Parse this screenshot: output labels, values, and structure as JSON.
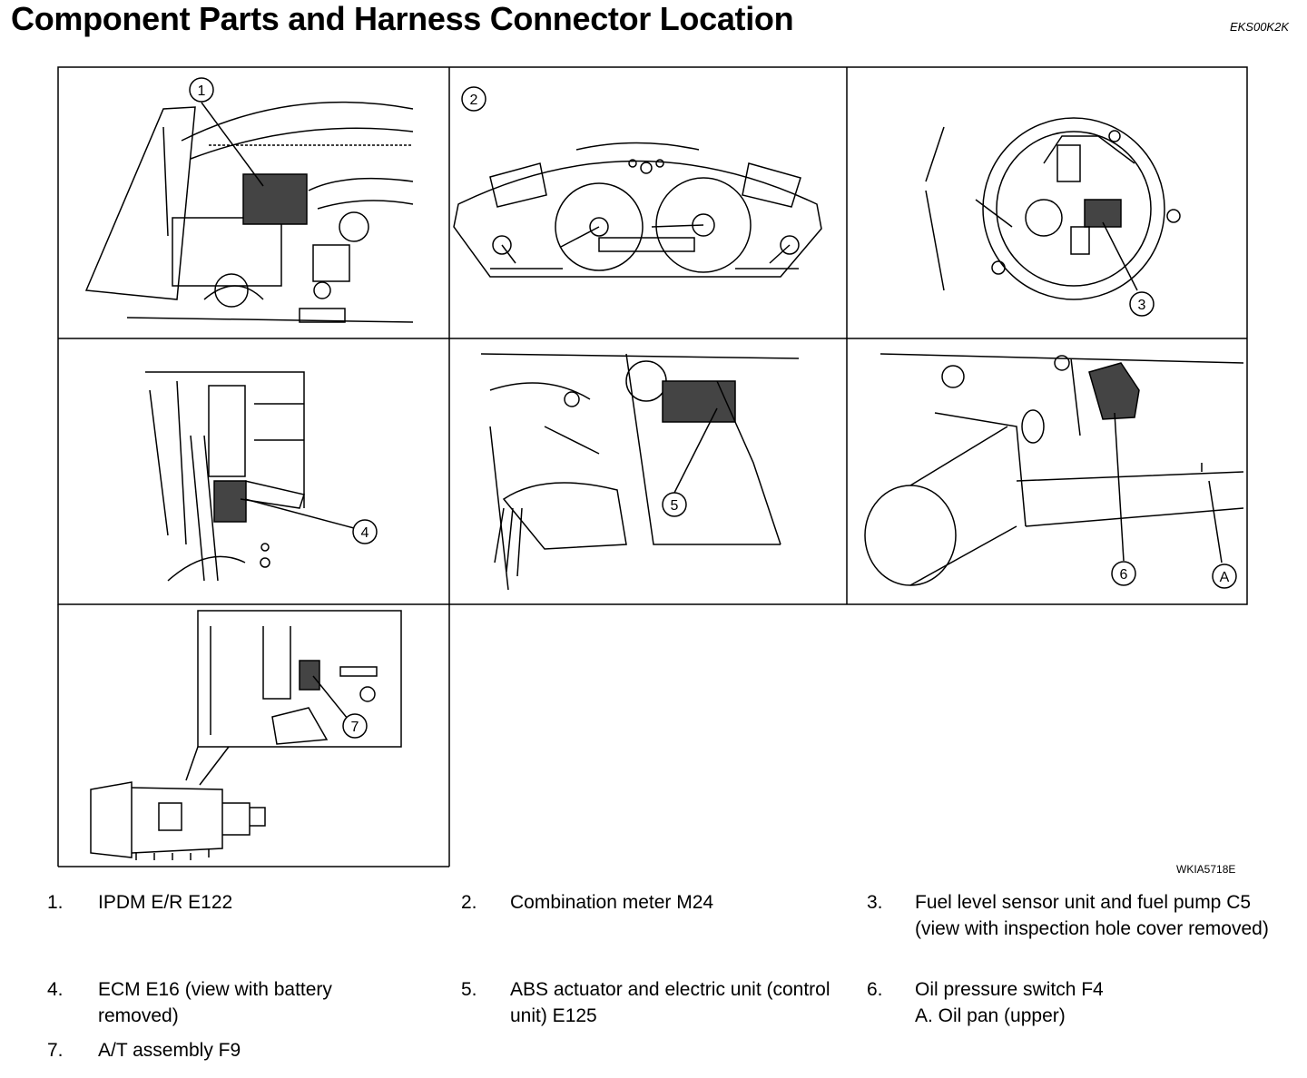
{
  "title": "Component Parts and Harness Connector Location",
  "doc_code": "EKS00K2K",
  "figure_code": "WKIA5718E",
  "callouts": [
    "1",
    "2",
    "3",
    "4",
    "5",
    "6",
    "7",
    "A"
  ],
  "legend": [
    {
      "num": "1.",
      "text": "IPDM E/R E122"
    },
    {
      "num": "2.",
      "text": "Combination meter M24"
    },
    {
      "num": "3.",
      "text": "Fuel level sensor unit and fuel pump C5 (view with inspection hole cover removed)"
    },
    {
      "num": "4.",
      "text": "ECM E16 (view with battery removed)"
    },
    {
      "num": "5.",
      "text": "ABS actuator and electric unit (control unit) E125"
    },
    {
      "num": "6.",
      "text": "Oil pressure switch F4",
      "subtext": "A. Oil pan (upper)"
    },
    {
      "num": "7.",
      "text": "A/T assembly F9"
    }
  ]
}
